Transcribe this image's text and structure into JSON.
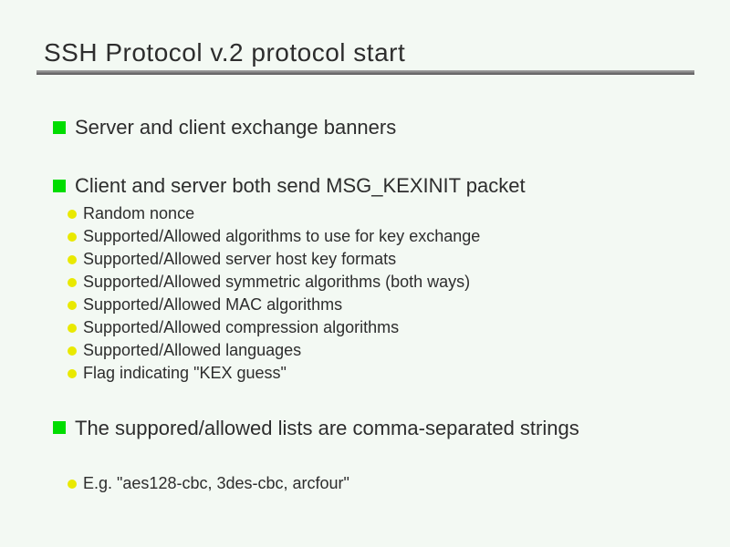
{
  "slide": {
    "title": "SSH Protocol v.2 protocol start",
    "colors": {
      "background": "#f3f9f3",
      "text": "#2d2d2d",
      "bullet_level1": "#00dd00",
      "bullet_level2": "#e9e900",
      "title_rule": "#7a7a7a"
    },
    "bullets": [
      {
        "label": "Server and client exchange banners",
        "sub": []
      },
      {
        "label": "Client and server both send MSG_KEXINIT packet",
        "sub": [
          "Random nonce",
          "Supported/Allowed algorithms to use for key exchange",
          "Supported/Allowed server host key formats",
          "Supported/Allowed symmetric algorithms (both ways)",
          "Supported/Allowed MAC algorithms",
          "Supported/Allowed compression algorithms",
          "Supported/Allowed languages",
          "Flag indicating \"KEX guess\""
        ]
      },
      {
        "label": "The suppored/allowed lists are comma-separated strings",
        "sub": [
          "E.g. \"aes128-cbc, 3des-cbc, arcfour\""
        ]
      }
    ]
  }
}
